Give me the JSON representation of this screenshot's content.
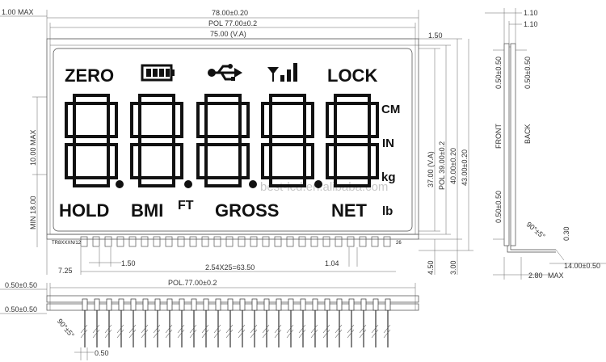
{
  "lcd": {
    "labels": {
      "zero": "ZERO",
      "lock": "LOCK",
      "hold": "HOLD",
      "bmi": "BMI",
      "ft": "FT",
      "gross": "GROSS",
      "net": "NET",
      "cm": "CM",
      "in": "IN",
      "kg": "kg",
      "lb": "lb"
    },
    "icons": [
      "battery-icon",
      "usb-icon",
      "signal-icon"
    ],
    "digits": 5,
    "part_number": "TR8XXXN/12",
    "pin_count": "26",
    "watermark": "best-lcd.en.alibaba.com"
  },
  "dimensions": {
    "top_max": "1.00 MAX",
    "overall_width": "78.00±0.20",
    "pol_width": "POL 77.00±0.2",
    "va_width": "75.00 (V.A)",
    "right_gap": "1.50",
    "left_max": "10.00 MAX",
    "left_min": "MIN 18.00",
    "left_edge": "7.25",
    "pin_start": "1.50",
    "pin_pitch": "2.54X25=63.50",
    "pin_width": "1.04",
    "va_height": "37.00 (V.A)",
    "pol_height": "POL 39.00±0.2",
    "glass_height": "40.00±0.20",
    "total_height": "43.00±0.20",
    "bottom_gap1": "4.50",
    "bottom_gap2": "3.00",
    "side_top1": "1.10",
    "side_top2": "1.10",
    "side_front_dim": "0.50±0.50",
    "side_back_dim": "0.50±0.50",
    "side_front_label": "FRONT",
    "side_back_label": "BACK",
    "side_bottom_dim": "0.50±0.50",
    "side_angle": "90°±5°",
    "side_030": "0.30",
    "side_pin_len": "14.00±0.50",
    "side_280": "2.80",
    "side_max": "MAX",
    "bottom_left1": "0.50±0.50",
    "bottom_pol": "POL.77.00±0.2",
    "bottom_left2": "0.50±0.50",
    "bottom_angle": "90°±5°",
    "bottom_pin": "0.50"
  }
}
